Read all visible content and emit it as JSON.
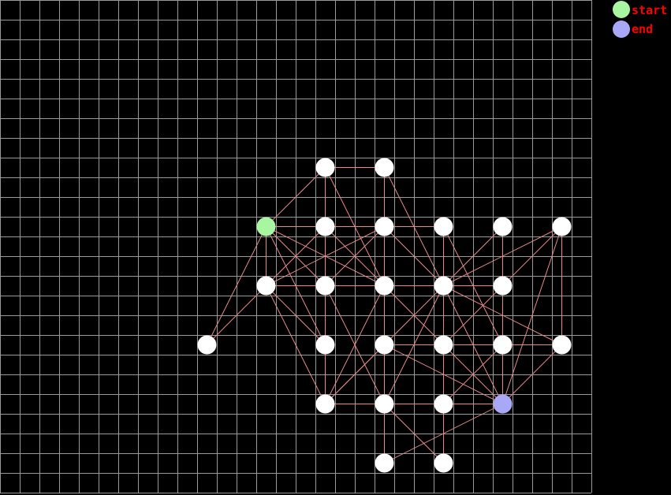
{
  "grid": {
    "cols": 30,
    "rows": 25,
    "line_color": "#9a9a9a",
    "background": "#000000"
  },
  "colors": {
    "node": "#ffffff",
    "edge": "#e88a8a",
    "start": "#a8f7a0",
    "end": "#a8a8f7",
    "legend_text": "#ff0000"
  },
  "legend": {
    "start_label": "start",
    "end_label": "end"
  },
  "graph": {
    "start": "n5",
    "end": "n22",
    "nodes": [
      {
        "id": "n0",
        "col": 16,
        "row": 8
      },
      {
        "id": "n1",
        "col": 19,
        "row": 8
      },
      {
        "id": "n5",
        "col": 13,
        "row": 11
      },
      {
        "id": "n6",
        "col": 16,
        "row": 11
      },
      {
        "id": "n7",
        "col": 19,
        "row": 11
      },
      {
        "id": "n8",
        "col": 22,
        "row": 11
      },
      {
        "id": "n9",
        "col": 25,
        "row": 11
      },
      {
        "id": "n10",
        "col": 28,
        "row": 11
      },
      {
        "id": "n11",
        "col": 13,
        "row": 14
      },
      {
        "id": "n12",
        "col": 16,
        "row": 14
      },
      {
        "id": "n13",
        "col": 19,
        "row": 14
      },
      {
        "id": "n14",
        "col": 22,
        "row": 14
      },
      {
        "id": "n15",
        "col": 25,
        "row": 14
      },
      {
        "id": "n16",
        "col": 10,
        "row": 17
      },
      {
        "id": "n17",
        "col": 16,
        "row": 17
      },
      {
        "id": "n18",
        "col": 19,
        "row": 17
      },
      {
        "id": "n19",
        "col": 22,
        "row": 17
      },
      {
        "id": "n20",
        "col": 25,
        "row": 17
      },
      {
        "id": "n21",
        "col": 28,
        "row": 17
      },
      {
        "id": "n23",
        "col": 16,
        "row": 20
      },
      {
        "id": "n24",
        "col": 19,
        "row": 20
      },
      {
        "id": "n25",
        "col": 22,
        "row": 20
      },
      {
        "id": "n22",
        "col": 25,
        "row": 20
      },
      {
        "id": "n26",
        "col": 19,
        "row": 23
      },
      {
        "id": "n27",
        "col": 22,
        "row": 23
      }
    ],
    "edges": [
      [
        "n0",
        "n1"
      ],
      [
        "n0",
        "n5"
      ],
      [
        "n0",
        "n6"
      ],
      [
        "n0",
        "n13"
      ],
      [
        "n1",
        "n7"
      ],
      [
        "n1",
        "n14"
      ],
      [
        "n5",
        "n6"
      ],
      [
        "n5",
        "n11"
      ],
      [
        "n5",
        "n16"
      ],
      [
        "n5",
        "n17"
      ],
      [
        "n5",
        "n13"
      ],
      [
        "n5",
        "n12"
      ],
      [
        "n5",
        "n7"
      ],
      [
        "n6",
        "n7"
      ],
      [
        "n6",
        "n13"
      ],
      [
        "n6",
        "n17"
      ],
      [
        "n6",
        "n11"
      ],
      [
        "n7",
        "n8"
      ],
      [
        "n7",
        "n11"
      ],
      [
        "n7",
        "n14"
      ],
      [
        "n7",
        "n13"
      ],
      [
        "n7",
        "n12"
      ],
      [
        "n8",
        "n14"
      ],
      [
        "n8",
        "n20"
      ],
      [
        "n9",
        "n14"
      ],
      [
        "n9",
        "n15"
      ],
      [
        "n9",
        "n22"
      ],
      [
        "n10",
        "n14"
      ],
      [
        "n10",
        "n21"
      ],
      [
        "n10",
        "n22"
      ],
      [
        "n10",
        "n15"
      ],
      [
        "n11",
        "n12"
      ],
      [
        "n11",
        "n16"
      ],
      [
        "n11",
        "n23"
      ],
      [
        "n11",
        "n17"
      ],
      [
        "n12",
        "n13"
      ],
      [
        "n12",
        "n17"
      ],
      [
        "n12",
        "n24"
      ],
      [
        "n13",
        "n14"
      ],
      [
        "n13",
        "n18"
      ],
      [
        "n13",
        "n23"
      ],
      [
        "n13",
        "n19"
      ],
      [
        "n14",
        "n15"
      ],
      [
        "n14",
        "n19"
      ],
      [
        "n14",
        "n22"
      ],
      [
        "n14",
        "n24"
      ],
      [
        "n14",
        "n21"
      ],
      [
        "n14",
        "n18"
      ],
      [
        "n15",
        "n22"
      ],
      [
        "n15",
        "n20"
      ],
      [
        "n15",
        "n19"
      ],
      [
        "n17",
        "n23"
      ],
      [
        "n18",
        "n19"
      ],
      [
        "n18",
        "n23"
      ],
      [
        "n18",
        "n22"
      ],
      [
        "n18",
        "n26"
      ],
      [
        "n19",
        "n20"
      ],
      [
        "n19",
        "n25"
      ],
      [
        "n19",
        "n22"
      ],
      [
        "n20",
        "n21"
      ],
      [
        "n20",
        "n22"
      ],
      [
        "n20",
        "n25"
      ],
      [
        "n21",
        "n22"
      ],
      [
        "n22",
        "n25"
      ],
      [
        "n22",
        "n26"
      ],
      [
        "n23",
        "n24"
      ],
      [
        "n23",
        "n18"
      ],
      [
        "n24",
        "n25"
      ],
      [
        "n24",
        "n26"
      ],
      [
        "n24",
        "n27"
      ],
      [
        "n25",
        "n27"
      ]
    ]
  }
}
